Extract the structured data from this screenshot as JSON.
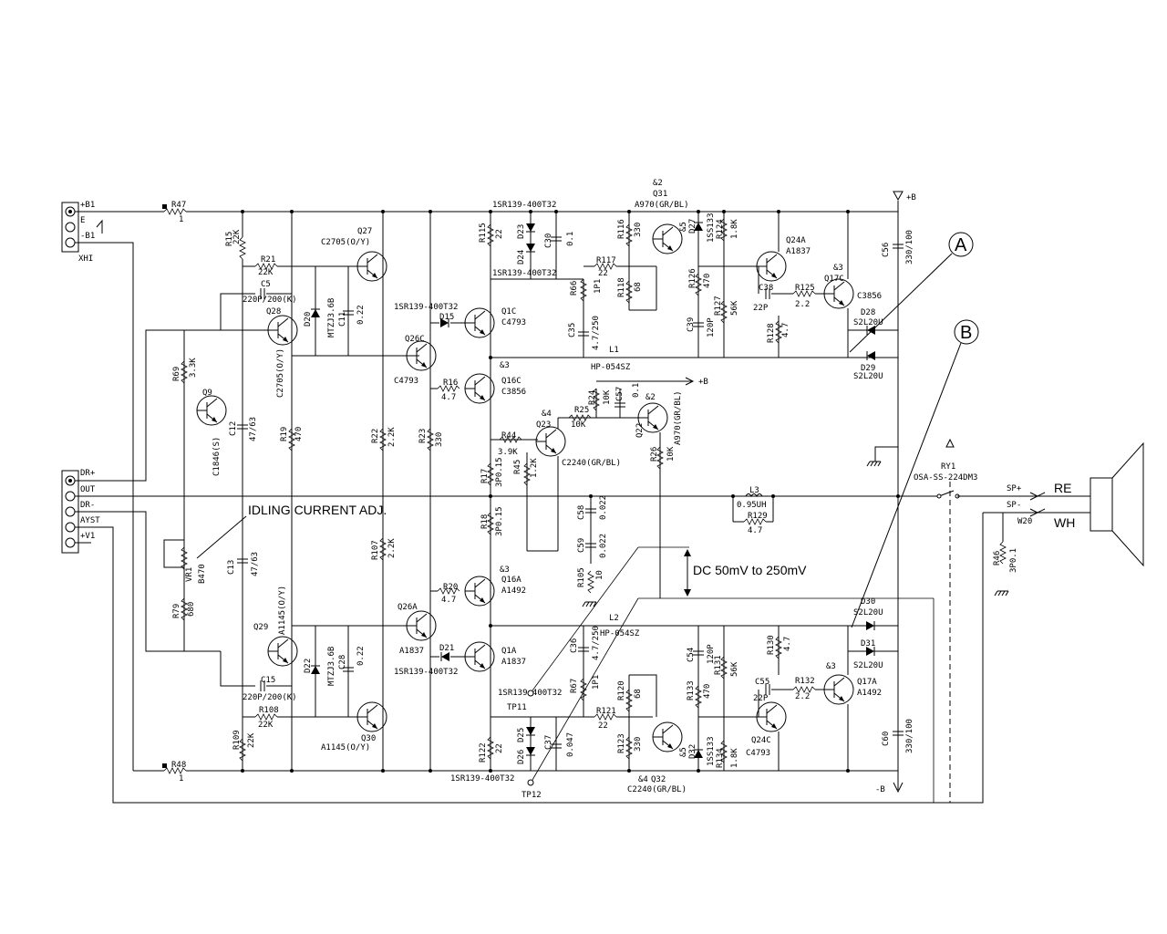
{
  "connectors": {
    "xhi": {
      "pins": [
        "+B1",
        "E",
        "-B1"
      ],
      "name": "XHI"
    },
    "main": {
      "pins": [
        "DR+",
        "OUT",
        "DR-",
        "AYST",
        "+V1"
      ]
    }
  },
  "rails": {
    "pos": "+B",
    "neg": "-B",
    "mid_pos": "+B"
  },
  "transistors": [
    {
      "ref": "Q27",
      "part": "C2705(O/Y)"
    },
    {
      "ref": "Q28",
      "part": "C2705(O/Y)"
    },
    {
      "ref": "Q9",
      "part": "C1846(S)"
    },
    {
      "ref": "Q26C",
      "part": "C4793"
    },
    {
      "ref": "Q1C",
      "part": "C4793"
    },
    {
      "ref": "Q16C",
      "part": "C3856"
    },
    {
      "ref": "Q23",
      "part": "C2240(GR/BL)"
    },
    {
      "ref": "Q22",
      "part": "A970(GR/BL)"
    },
    {
      "ref": "Q31",
      "part": "A970(GR/BL)"
    },
    {
      "ref": "Q24A",
      "part": "A1837"
    },
    {
      "ref": "Q17C",
      "part": "C3856"
    },
    {
      "ref": "Q29",
      "part": "A1145(O/Y)"
    },
    {
      "ref": "Q30",
      "part": "A1145(O/Y)"
    },
    {
      "ref": "Q26A",
      "part": "A1837"
    },
    {
      "ref": "Q16A",
      "part": "A1492"
    },
    {
      "ref": "Q1A",
      "part": "A1837"
    },
    {
      "ref": "Q32",
      "part": "C2240(GR/BL)"
    },
    {
      "ref": "Q24C",
      "part": "C4793"
    },
    {
      "ref": "Q17A",
      "part": "A1492"
    }
  ],
  "marks": {
    "m2": "&2",
    "m3": "&3",
    "m4": "&4",
    "m5": "&5",
    "m4q32": "&4"
  },
  "labels": {
    "R47": "R47",
    "R47v": "1",
    "R48": "R48",
    "R48v": "1",
    "R15": "R15",
    "R15v": "22K",
    "R21": "R21",
    "R21v": "22K",
    "C5": "C5",
    "C5v": "220P/200(K)",
    "C15": "C15",
    "C15v": "220P/200(K)",
    "R108": "R108",
    "R108v": "22K",
    "R109": "R109",
    "R109v": "22K",
    "D20": "D20",
    "D20v": "MTZJ3.6B",
    "D22": "D22",
    "D22v": "MTZJ3.6B",
    "C11": "C11",
    "C11v": "0.22",
    "C28": "C28",
    "C28v": "0.22",
    "R69": "R69",
    "R69v": "3.3K",
    "R79": "R79",
    "R79v": "680",
    "C12": "C12",
    "C12v": "47/63",
    "C13": "C13",
    "C13v": "47/63",
    "R19": "R19",
    "R19v": "470",
    "VR1": "VR1",
    "VR1v": "B470",
    "R22": "R22",
    "R22v": "2.2K",
    "R107": "R107",
    "R107v": "2.2K",
    "R23": "R23",
    "R23v": "330",
    "D15": "D15",
    "D15p": "1SR139-400T32",
    "D21": "D21",
    "D21p": "1SR139-400T32",
    "R16": "R16",
    "R16v": "4.7",
    "R20": "R20",
    "R20v": "4.7",
    "R115": "R115",
    "R115v": "22",
    "R122": "R122",
    "R122v": "22",
    "D23": "D23",
    "D24": "D24",
    "D25": "D25",
    "D26": "D26",
    "C30": "C30",
    "C30v": "0.1",
    "C37": "C37",
    "C37v": "0.047",
    "topdiode": "1SR139-400T32",
    "middiode": "1SR139-400T32",
    "lowdiode1": "1SR139-400T32",
    "lowdiode2": "1SR139-400T32",
    "R117": "R117",
    "R117v": "22",
    "R121": "R121",
    "R121v": "22",
    "R116": "R116",
    "R116v": "330",
    "R118": "R118",
    "R118v": "68",
    "R120": "R120",
    "R120v": "68",
    "R123": "R123",
    "R123v": "330",
    "D27": "D27",
    "D27p": "1SS133",
    "D32": "D32",
    "D32p": "1SS133",
    "R124": "R124",
    "R124v": "1.8K",
    "R134": "R134",
    "R134v": "1.8K",
    "R126": "R126",
    "R126v": "470",
    "R127": "R127",
    "R127v": "56K",
    "R133": "R133",
    "R133v": "470",
    "R131": "R131",
    "R131v": "56K",
    "C39": "C39",
    "C39v": "120P",
    "C54": "C54",
    "C54v": "120P",
    "R66": "R66",
    "R66v": "1P1",
    "R67": "R67",
    "R67v": "1P1",
    "C35": "C35",
    "C35v": "4.7/250",
    "C36": "C36",
    "C36v": "4.7/250",
    "L1": "L1",
    "L1p": "HP-054SZ",
    "L2": "L2",
    "L2p": "HP-054SZ",
    "C38": "C38",
    "C38v": "22P",
    "C55": "C55",
    "C55v": "22P",
    "R125": "R125",
    "R125v": "2.2",
    "R132": "R132",
    "R132v": "2.2",
    "R128": "R128",
    "R128v": "4.7",
    "R130": "R130",
    "R130v": "4.7",
    "D28": "D28",
    "D28p": "S2L20U",
    "D29": "D29",
    "D29p": "S2L20U",
    "D30": "D30",
    "D30p": "S2L20U",
    "D31": "D31",
    "D31p": "S2L20U",
    "C56": "C56",
    "C56v": "330/100",
    "C60": "C60",
    "C60v": "330/100",
    "R24": "R24",
    "R24v": "10K",
    "R25": "R25",
    "R25v": "10K",
    "C57": "C57",
    "C57v": "0.1",
    "R26": "R26",
    "R26v": "10K",
    "R44": "R44",
    "R44v": "3.9K",
    "R45": "R45",
    "R45v": "1.2K",
    "R17": "R17",
    "R17v": "3P0.15",
    "R18": "R18",
    "R18v": "3P0.15",
    "C58": "C58",
    "C58v": "0.022",
    "C59": "C59",
    "C59v": "0.022",
    "R105": "R105",
    "R105v": "10",
    "L3": "L3",
    "L3v": "0.95UH",
    "R129": "R129",
    "R129v": "4.7",
    "RY1": "RY1",
    "RY1p": "OSA-SS-224DM3",
    "SPp": "SP+",
    "SPm": "SP-",
    "W20": "W20",
    "R46": "R46",
    "R46v": "3P0.1",
    "TP11": "TP11",
    "TP12": "TP12",
    "RE": "RE",
    "WH": "WH",
    "idle": "IDLING CURRENT ADJ.",
    "dc": "DC 50mV to 250mV",
    "calloutA": "A",
    "calloutB": "B"
  }
}
